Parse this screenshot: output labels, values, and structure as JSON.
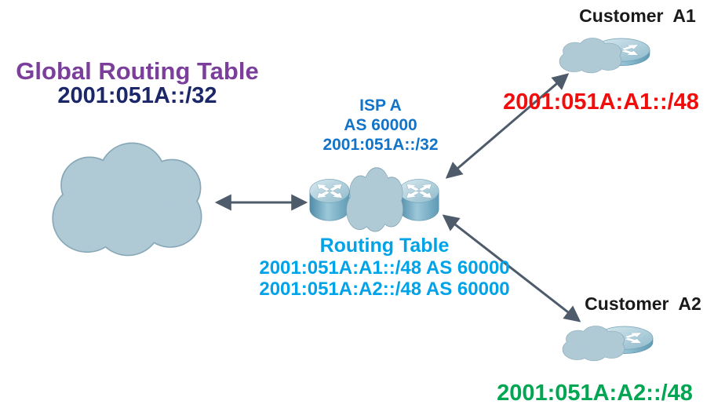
{
  "global_table": {
    "title": "Global Routing Table",
    "prefix": "2001:051A::/32"
  },
  "isp": {
    "name": "ISP A",
    "asn": "AS 60000",
    "prefix": "2001:051A::/32",
    "routing_table": {
      "title": "Routing Table",
      "entries": [
        "2001:051A:A1::/48 AS 60000",
        "2001:051A:A2::/48 AS 60000"
      ]
    }
  },
  "customers": [
    {
      "name": "Customer  A1",
      "prefix": "2001:051A:A1::/48"
    },
    {
      "name": "Customer  A2",
      "prefix": "2001:051A:A2::/48"
    }
  ],
  "icons": {
    "internet_cloud": "cloud-icon",
    "isp_routers": "router-icon",
    "customer_sites": "cloud-router-icon",
    "links": "double-headed-arrow"
  },
  "colors": {
    "title_purple": "#7B3F9B",
    "prefix_navy": "#1B2768",
    "isp_blue": "#1273C8",
    "routing_table_cyan": "#00A2E8",
    "customer_a1_prefix_red": "#F20D0D",
    "customer_a2_prefix_green": "#00A651",
    "customer_label_black": "#1A1A1A",
    "arrow_slate": "#4E5B6B",
    "cloud_fill": "#AFC9D5"
  }
}
